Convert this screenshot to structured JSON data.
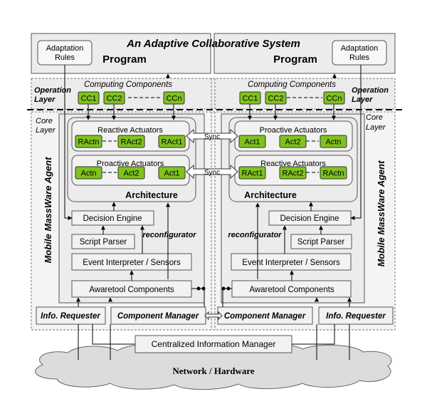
{
  "title": "An Adaptive Collaborative System",
  "program_label": "Program",
  "adaptation_rules": [
    "Adaptation",
    "Rules"
  ],
  "computing_components_label": "Computing Components",
  "operation_layer": [
    "Operation",
    "Layer"
  ],
  "core_layer": [
    "Core",
    "Layer"
  ],
  "cc_left": [
    "CC1",
    "CC2",
    "CCn"
  ],
  "cc_right": [
    "CC1",
    "CC2",
    "CCn"
  ],
  "left_actuators": [
    {
      "title": "Reactive Actuators",
      "items": [
        "RActn",
        "RAct2",
        "RAct1"
      ]
    },
    {
      "title": "Proactive Actuators",
      "items": [
        "Actn",
        "Act2",
        "Act1"
      ]
    }
  ],
  "right_actuators": [
    {
      "title": "Proactive Actuators",
      "items": [
        "Act1",
        "Act2",
        "Actn"
      ]
    },
    {
      "title": "Reactive Actuators",
      "items": [
        "RAct1",
        "RAct2",
        "RActn"
      ]
    }
  ],
  "sync_label": "Sync",
  "architecture_label": "Architecture",
  "decision_engine": "Decision Engine",
  "script_parser": "Script Parser",
  "reconfigurator": "reconfigurator",
  "event_interpreter": "Event Interpreter / Sensors",
  "awaretool": "Awaretool Components",
  "agent_label": "Mobile MassWare Agent",
  "info_requester": "Info. Requester",
  "component_manager": "Component Manager",
  "central_manager": "Centralized Information Manager",
  "network": "Network / Hardware",
  "colors": {
    "green": "#7fc31c",
    "panel": "#ececec",
    "box": "#f2f2f2",
    "stroke": "#555555"
  }
}
